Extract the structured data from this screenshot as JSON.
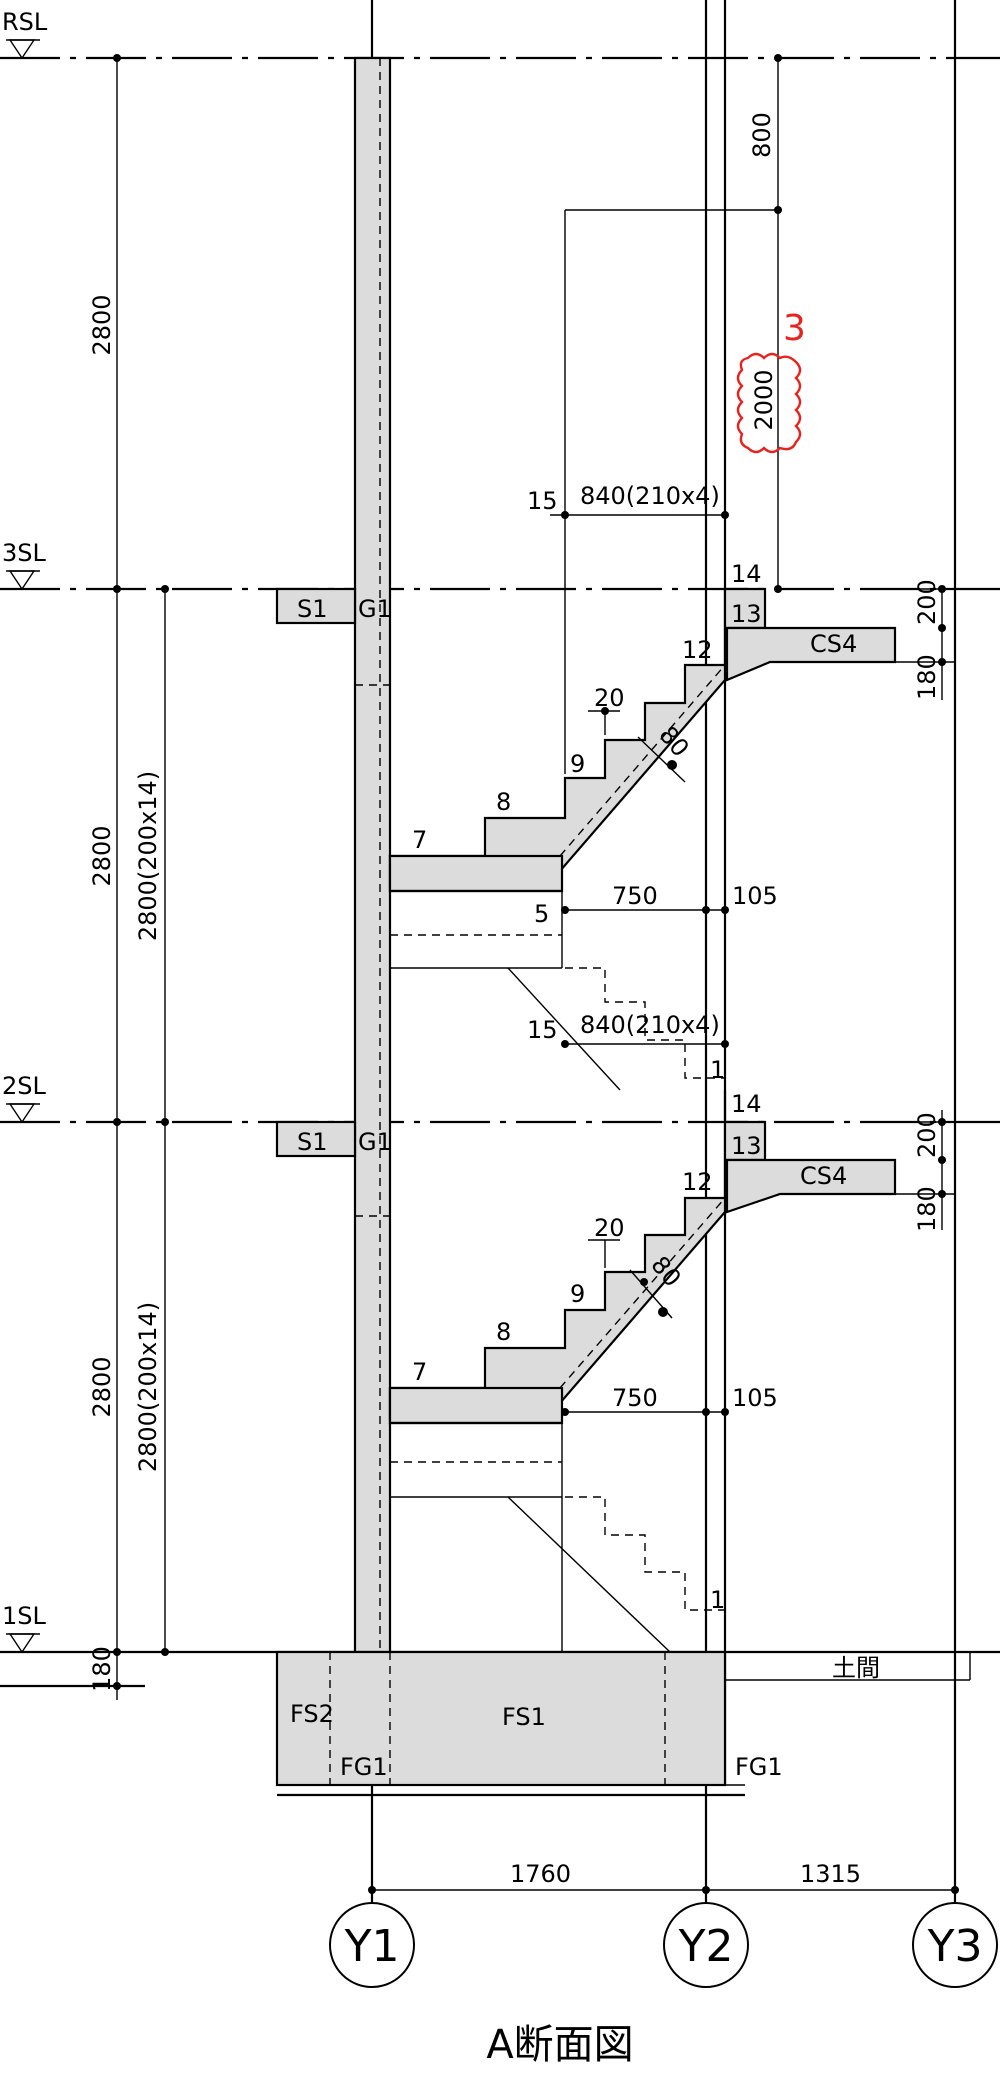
{
  "levels": {
    "rsl": "RSL",
    "sl3": "3SL",
    "sl2": "2SL",
    "sl1": "1SL"
  },
  "dims": {
    "story_rsl_3sl": "2800",
    "story_3sl_2sl": "2800",
    "story_2sl_1sl": "2800",
    "riser_3sl_2sl": "2800(200x14)",
    "riser_2sl_1sl": "2800(200x14)",
    "foundation": "180",
    "top_800": "800",
    "top_2000": "2000",
    "tread_upper": "840(210x4)",
    "tread_lower": "840(210x4)",
    "landing_upper": "750",
    "landing_lower": "750",
    "offset_upper": "105",
    "offset_lower": "105",
    "slab_upper_200": "200",
    "slab_upper_180": "180",
    "slab_lower_200": "200",
    "slab_lower_180": "180",
    "nose_upper": "20",
    "nose_lower": "20",
    "thick_upper": "80",
    "thick_lower": "80",
    "span_y1_y2": "1760",
    "span_y2_y3": "1315"
  },
  "steps": {
    "u15": "15",
    "u14": "14",
    "u13": "13",
    "u12": "12",
    "u9": "9",
    "u8": "8",
    "u7": "7",
    "u5": "5",
    "m15": "15",
    "m1": "1",
    "m14": "14",
    "l13": "13",
    "l12": "12",
    "l9": "9",
    "l8": "8",
    "l7": "7",
    "l1": "1"
  },
  "members": {
    "s1_upper": "S1",
    "g1_upper": "G1",
    "cs4_upper": "CS4",
    "s1_lower": "S1",
    "g1_lower": "G1",
    "cs4_lower": "CS4",
    "fs1": "FS1",
    "fs2": "FS2",
    "fg1_left": "FG1",
    "fg1_right": "FG1",
    "dirt": "土間"
  },
  "revision": {
    "mark": "3"
  },
  "axes": {
    "y1": "Y1",
    "y2": "Y2",
    "y3": "Y3"
  },
  "title": "A断面図"
}
